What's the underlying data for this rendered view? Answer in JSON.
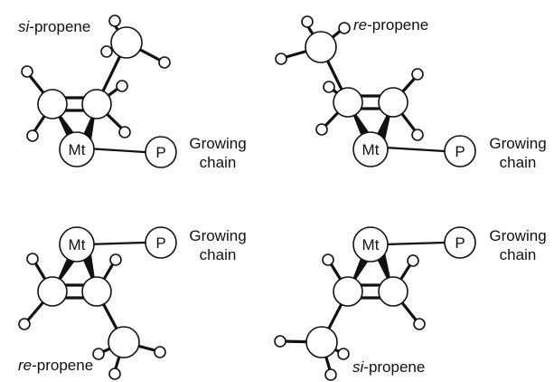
{
  "panels": [
    {
      "stereo_prefix": "si",
      "stereo_suffix": "-propene",
      "metal_label": "Mt",
      "polymer_label": "P",
      "chain_line1": "Growing",
      "chain_line2": "chain"
    },
    {
      "stereo_prefix": "re",
      "stereo_suffix": "-propene",
      "metal_label": "Mt",
      "polymer_label": "P",
      "chain_line1": "Growing",
      "chain_line2": "chain"
    },
    {
      "stereo_prefix": "re",
      "stereo_suffix": "-propene",
      "metal_label": "Mt",
      "polymer_label": "P",
      "chain_line1": "Growing",
      "chain_line2": "chain"
    },
    {
      "stereo_prefix": "si",
      "stereo_suffix": "-propene",
      "metal_label": "Mt",
      "polymer_label": "P",
      "chain_line1": "Growing",
      "chain_line2": "chain"
    }
  ]
}
